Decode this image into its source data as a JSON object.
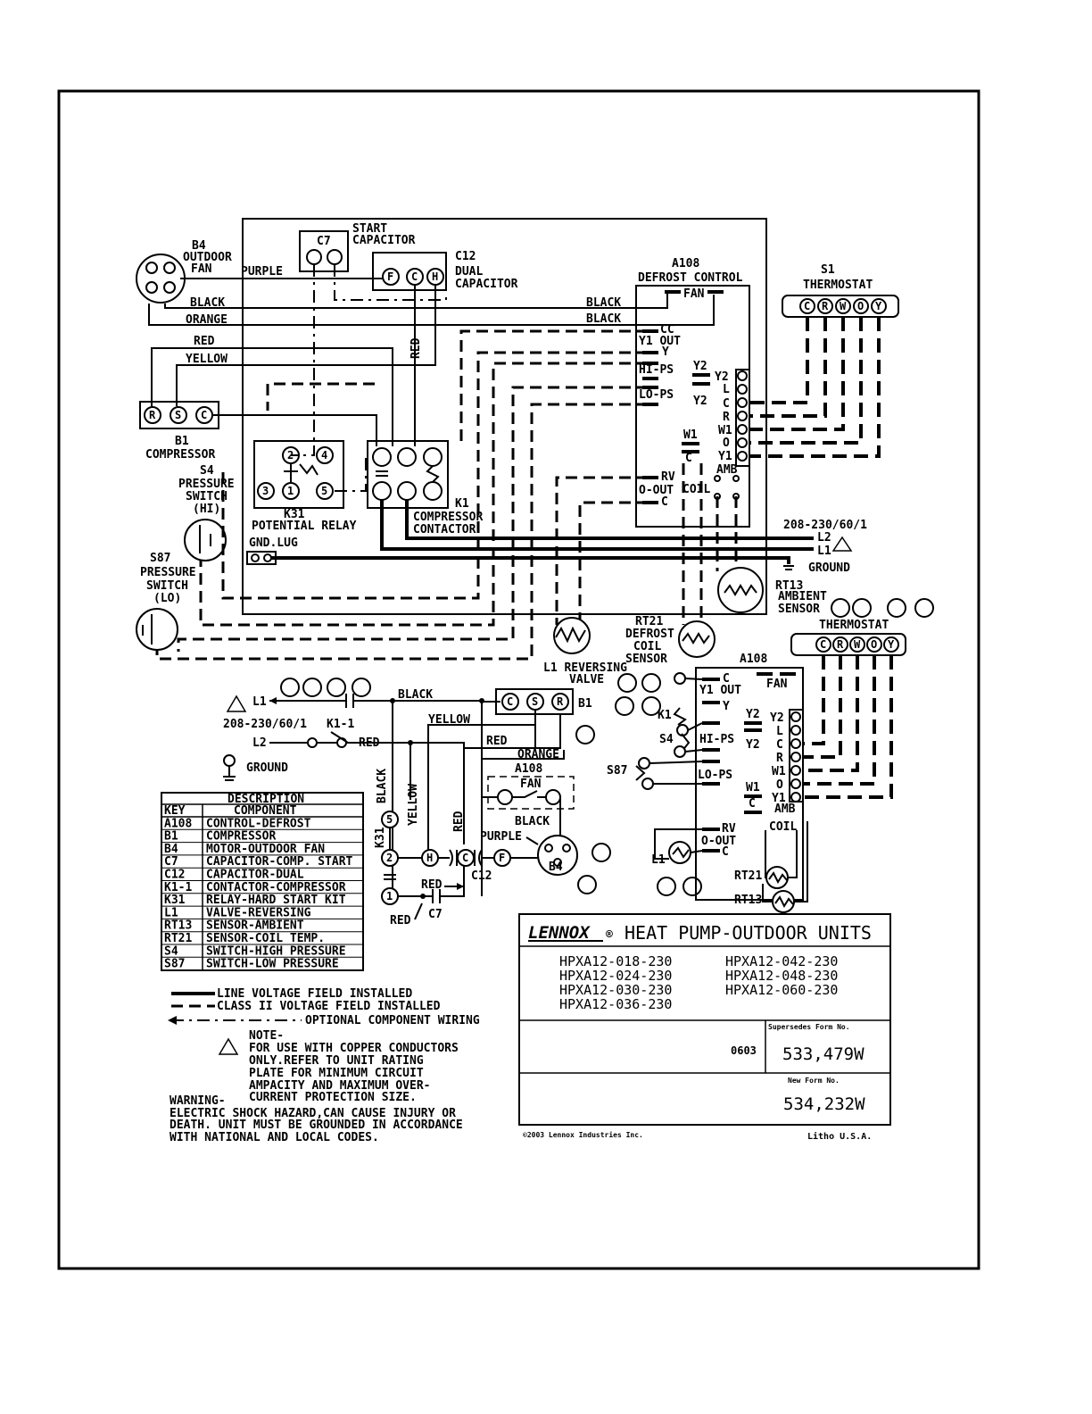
{
  "upper": {
    "b4_name": "B4",
    "b4_lines": [
      "OUTDOOR",
      "FAN"
    ],
    "purple": "PURPLE",
    "c7_name": "C7",
    "start_cap": [
      "START",
      "CAPACITOR"
    ],
    "c12_name": "C12",
    "dual_cap": [
      "DUAL",
      "CAPACITOR"
    ],
    "term_f": "F",
    "term_c": "C",
    "term_h": "H",
    "black": "BLACK",
    "orange": "ORANGE",
    "red": "RED",
    "yellow": "YELLOW",
    "red_vertical": "RED",
    "b1_terms": [
      "R",
      "S",
      "C"
    ],
    "b1_name": "B1",
    "compressor": "COMPRESSOR",
    "s4_lines": [
      "S4",
      "PRESSURE",
      "SWITCH",
      "(HI)"
    ],
    "s87_lines": [
      "S87",
      "PRESSURE",
      "SWITCH",
      "(LO)"
    ],
    "relay_terms": [
      "2",
      "4",
      "3",
      "1",
      "5"
    ],
    "k31_name": "K31",
    "potential_relay": "POTENTIAL RELAY",
    "k1_name": "K1",
    "contactor": [
      "COMPRESSOR",
      "CONTACTOR"
    ],
    "gnd_lug": "GND.LUG",
    "a108_name": "A108",
    "defrost_control": "DEFROST CONTROL",
    "fan": "FAN",
    "cc": "CC",
    "y1out": "Y1 OUT",
    "y": "Y",
    "hips": "HI-PS",
    "lops": "LO-PS",
    "y2": "Y2",
    "w1": "W1",
    "c": "C",
    "rv": "RV",
    "oout": "O-OUT",
    "coil": "COIL",
    "amb": "AMB",
    "strip_terms": [
      "Y2",
      "L",
      "C",
      "R",
      "W1",
      "O",
      "Y1"
    ],
    "s1_name": "S1",
    "thermostat": "THERMOSTAT",
    "tstat_terms": [
      "C",
      "R",
      "W",
      "O",
      "Y"
    ],
    "power": "208-230/60/1",
    "l2": "L2",
    "l1": "L1",
    "ground": "GROUND",
    "rt13_lines": [
      "RT13",
      "AMBIENT",
      "SENSOR"
    ],
    "rt21_lines": [
      "RT21",
      "DEFROST",
      "COIL",
      "SENSOR"
    ],
    "l1_rv": [
      "L1 REVERSING",
      "VALVE"
    ]
  },
  "ladder": {
    "l1": "L1",
    "black": "BLACK",
    "power": "208-230/60/1",
    "k1_1": "K1-1",
    "l2": "L2",
    "red": "RED",
    "ground": "GROUND",
    "yellow": "YELLOW",
    "orange": "ORANGE",
    "b1_terms": [
      "C",
      "S",
      "R"
    ],
    "b1": "B1",
    "a108": "A108",
    "fan": "FAN",
    "black2": "BLACK",
    "black_v": "BLACK",
    "yellow_v": "YELLOW",
    "red_v": "RED",
    "k31": "K31",
    "t5": "5",
    "t2": "2",
    "t1": "1",
    "h": "H",
    "c": "C",
    "f": "F",
    "purple": "PURPLE",
    "b4": "B4",
    "c12": "C12",
    "red2": "RED",
    "red3": "RED",
    "c7": "C7",
    "thermostat": "THERMOSTAT",
    "tstat_terms": [
      "C",
      "R",
      "W",
      "O",
      "Y"
    ],
    "a108_r": "A108",
    "fan_r": "FAN",
    "c_r": "C",
    "y1out": "Y1 OUT",
    "y": "Y",
    "k1": "K1",
    "s4": "S4",
    "hips": "HI-PS",
    "s87": "S87",
    "lops": "LO-PS",
    "y2a": "Y2",
    "y2b": "Y2",
    "w1": "W1",
    "c2": "C",
    "amb": "AMB",
    "coil": "COIL",
    "rv": "RV",
    "oout": "O-OUT",
    "c3": "C",
    "l1v": "L1",
    "rt21": "RT21",
    "rt13": "RT13",
    "strip_terms": [
      "Y2",
      "L",
      "C",
      "R",
      "W1",
      "O",
      "Y1"
    ]
  },
  "legend_table": {
    "title": "DESCRIPTION",
    "headers": [
      "KEY",
      "COMPONENT"
    ],
    "rows": [
      [
        "A108",
        "CONTROL-DEFROST"
      ],
      [
        "B1",
        "COMPRESSOR"
      ],
      [
        "B4",
        "MOTOR-OUTDOOR FAN"
      ],
      [
        "C7",
        "CAPACITOR-COMP. START"
      ],
      [
        "C12",
        "CAPACITOR-DUAL"
      ],
      [
        "K1-1",
        "CONTACTOR-COMPRESSOR"
      ],
      [
        "K31",
        "RELAY-HARD START KIT"
      ],
      [
        "L1",
        "VALVE-REVERSING"
      ],
      [
        "RT13",
        "SENSOR-AMBIENT"
      ],
      [
        "RT21",
        "SENSOR-COIL TEMP."
      ],
      [
        "S4",
        "SWITCH-HIGH PRESSURE"
      ],
      [
        "S87",
        "SWITCH-LOW PRESSURE"
      ]
    ]
  },
  "line_legend": {
    "line_voltage": "LINE VOLTAGE FIELD INSTALLED",
    "class2": "CLASS II VOLTAGE FIELD INSTALLED",
    "optional": "OPTIONAL COMPONENT WIRING"
  },
  "notes": {
    "note_lines": [
      "NOTE-",
      "FOR USE WITH COPPER CONDUCTORS",
      "ONLY.REFER TO UNIT RATING",
      "PLATE FOR MINIMUM CIRCUIT",
      "AMPACITY AND MAXIMUM OVER-",
      "CURRENT PROTECTION SIZE."
    ],
    "warning_lines": [
      "WARNING-",
      "ELECTRIC SHOCK HAZARD,CAN CAUSE INJURY OR",
      "DEATH. UNIT MUST BE GROUNDED IN ACCORDANCE",
      "WITH NATIONAL AND LOCAL CODES."
    ]
  },
  "title_block": {
    "brand": "LENNOX",
    "reg": "®",
    "title": "HEAT PUMP-OUTDOOR UNITS",
    "models_left": [
      "HPXA12-018-230",
      "HPXA12-024-230",
      "HPXA12-030-230",
      "HPXA12-036-230"
    ],
    "models_right": [
      "HPXA12-042-230",
      "HPXA12-048-230",
      "HPXA12-060-230"
    ],
    "date_code": "0603",
    "supersedes_label": "Supersedes Form No.",
    "supersedes_value": "533,479W",
    "new_label": "New Form No.",
    "new_value": "534,232W",
    "copyright": "©2003 Lennox Industries Inc.",
    "litho": "Litho U.S.A."
  }
}
